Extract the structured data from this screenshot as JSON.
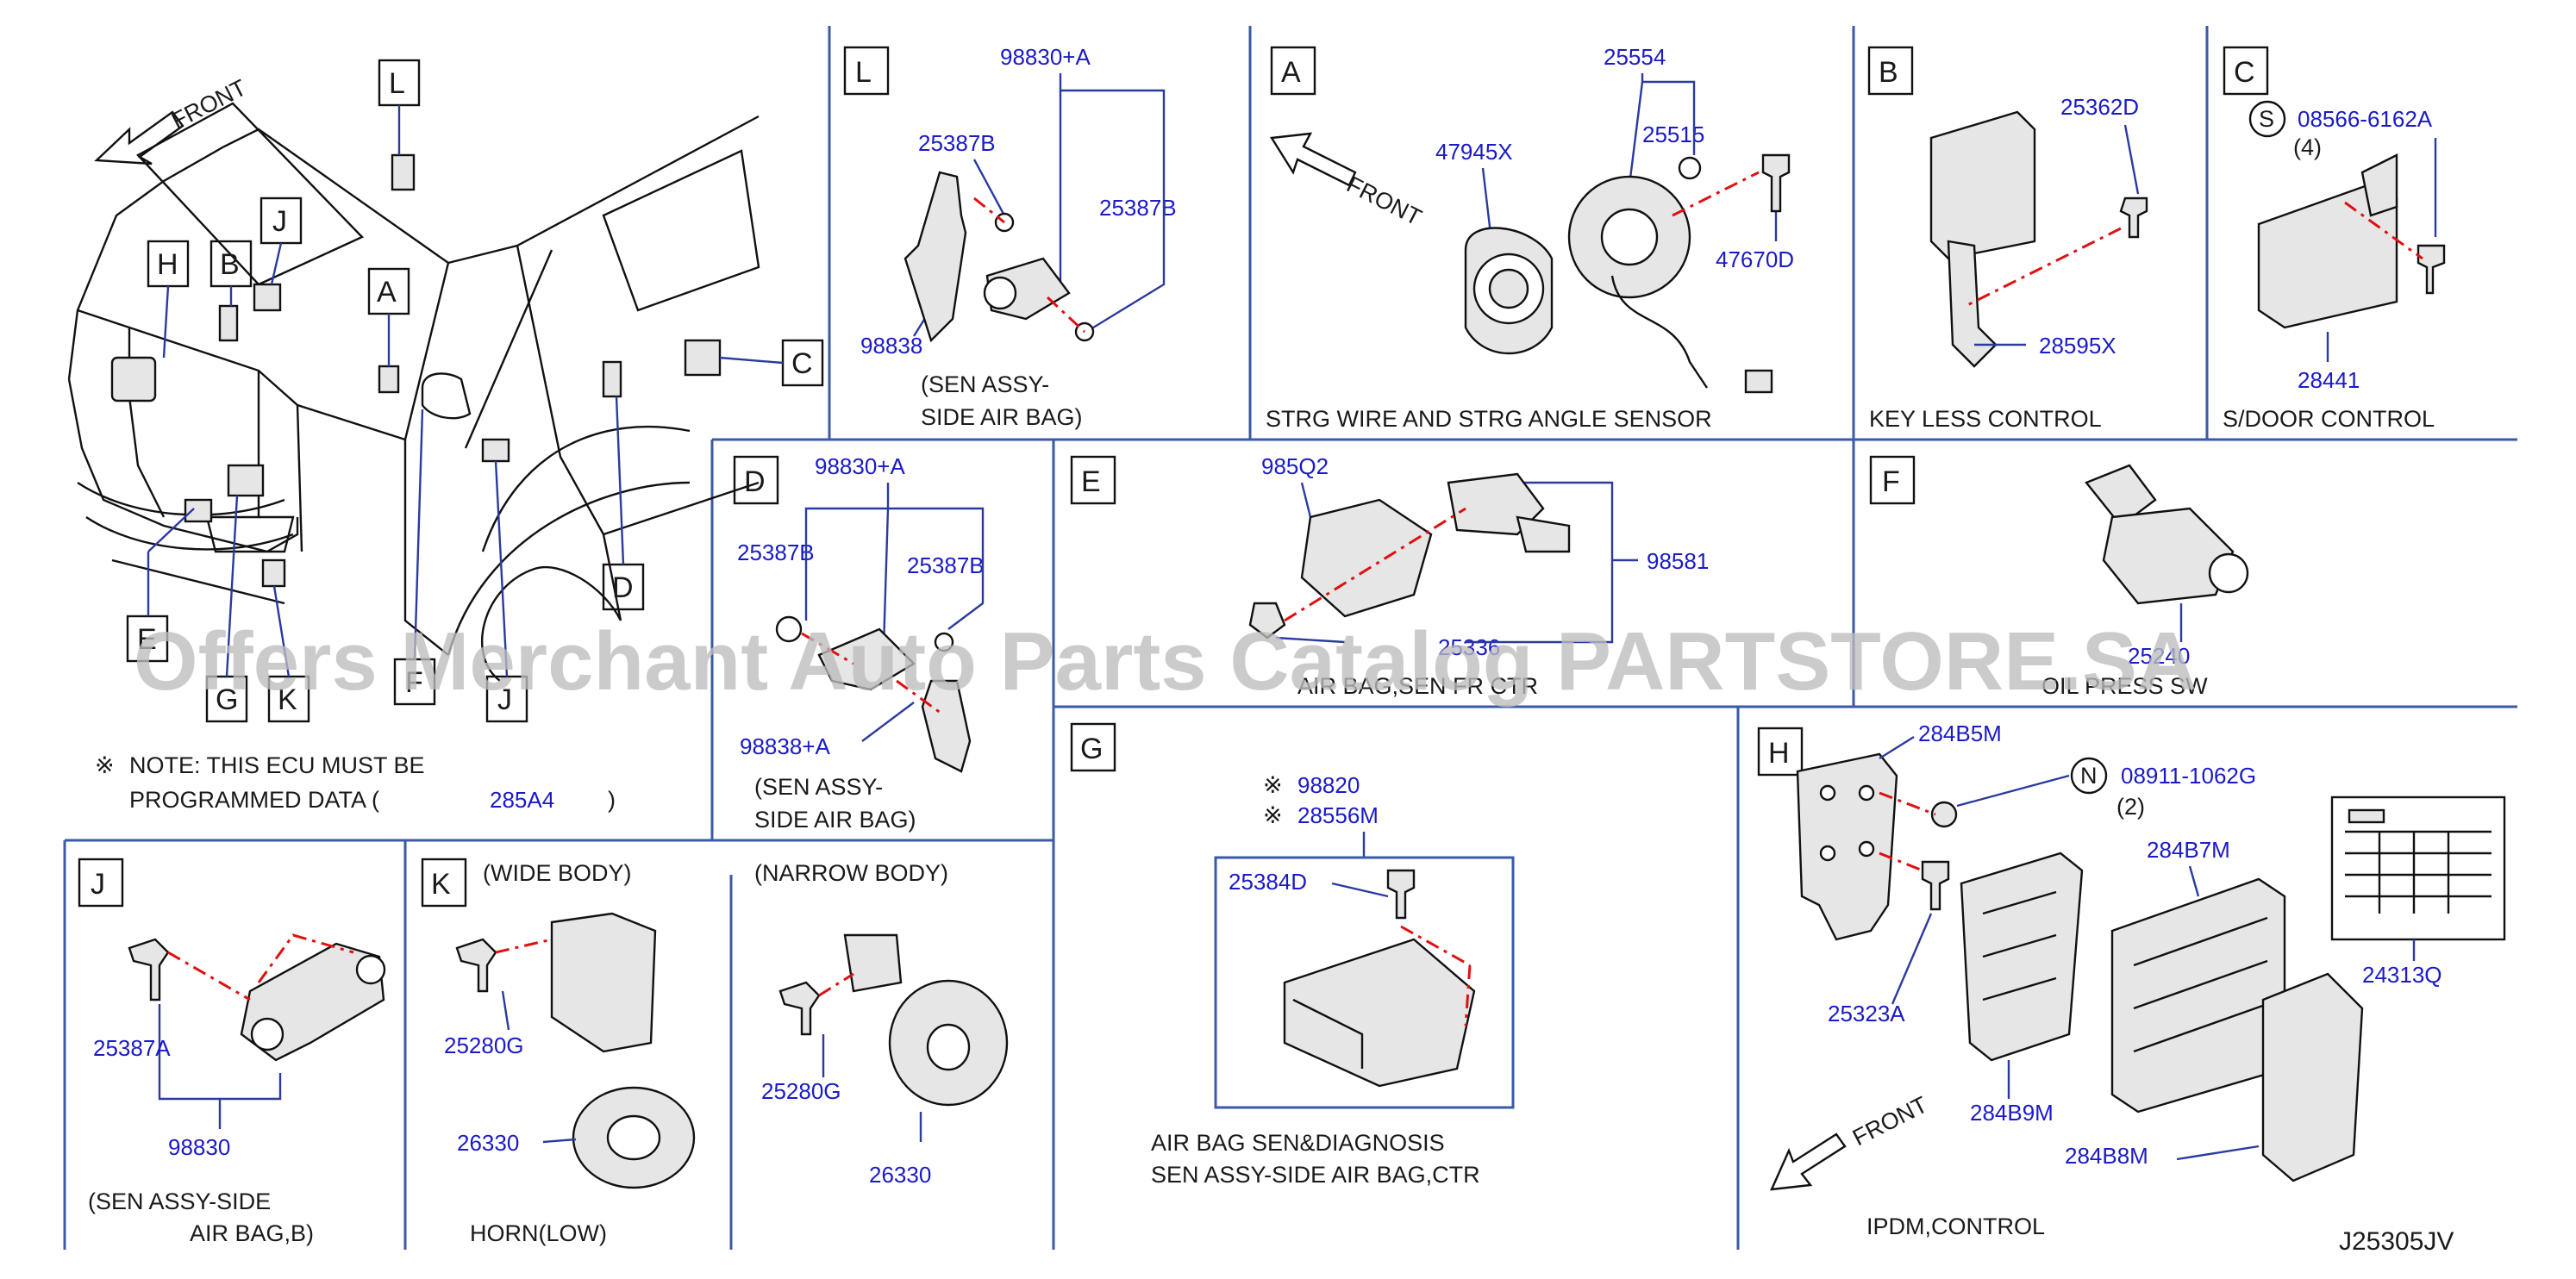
{
  "diagram_code": "J25305JV",
  "watermark": "Offers Merchant Auto Parts Catalog PARTSTORE.SA",
  "colors": {
    "part_number": "#1a1ac8",
    "frame": "#3a5aa8",
    "dash_line": "#e01010"
  },
  "overview": {
    "front_label": "FRONT",
    "callouts": {
      "L": "L",
      "H": "H",
      "B": "B",
      "J1": "J",
      "A": "A",
      "C": "C",
      "D": "D",
      "E": "E",
      "F": "F",
      "G": "G",
      "K": "K",
      "J2": "J"
    },
    "note_mark": "※",
    "note_line1": "NOTE:  THIS  ECU  MUST  BE",
    "note_line2_prefix": "PROGRAMMED  DATA  (",
    "note_part": "285A4",
    "note_line2_suffix": ")"
  },
  "panels": {
    "L": {
      "letter": "L",
      "parts": {
        "p1": "98830+A",
        "p2": "25387B",
        "p3": "25387B",
        "p4": "98838"
      },
      "caption1": "(SEN  ASSY-",
      "caption2": "SIDE  AIR  BAG)"
    },
    "A": {
      "letter": "A",
      "front_label": "FRONT",
      "parts": {
        "p1": "25554",
        "p2": "25515",
        "p3": "47945X",
        "p4": "47670D"
      },
      "caption": "STRG  WIRE  AND  STRG  ANGLE  SENSOR"
    },
    "B": {
      "letter": "B",
      "parts": {
        "p1": "25362D",
        "p2": "28595X"
      },
      "caption": "KEY  LESS  CONTROL"
    },
    "C": {
      "letter": "C",
      "symbol": "S",
      "parts": {
        "p1": "08566-6162A",
        "p2": "28441"
      },
      "qty": "(4)",
      "caption": "S/DOOR  CONTROL"
    },
    "D": {
      "letter": "D",
      "parts": {
        "p1": "98830+A",
        "p2": "25387B",
        "p3": "25387B",
        "p4": "98838+A"
      },
      "caption1": "(SEN  ASSY-",
      "caption2": "SIDE  AIR  BAG)"
    },
    "E": {
      "letter": "E",
      "parts": {
        "p1": "985Q2",
        "p2": "98581",
        "p3": "25336"
      },
      "caption": "AIR  BAG,SEN  FR  CTR"
    },
    "F": {
      "letter": "F",
      "parts": {
        "p1": "25240"
      },
      "caption": "OIL  PRESS  SW"
    },
    "G": {
      "letter": "G",
      "mark": "※",
      "parts": {
        "p1": "98820",
        "p2": "28556M",
        "p3": "25384D"
      },
      "caption1": "AIR  BAG  SEN&DIAGNOSIS",
      "caption2": "SEN  ASSY-SIDE  AIR  BAG,CTR"
    },
    "H": {
      "letter": "H",
      "symbol": "N",
      "front_label": "FRONT",
      "qty": "(2)",
      "parts": {
        "p1": "284B5M",
        "p2": "08911-1062G",
        "p3": "284B7M",
        "p4": "24313Q",
        "p5": "25323A",
        "p6": "284B9M",
        "p7": "284B8M"
      },
      "caption": "IPDM,CONTROL"
    },
    "J": {
      "letter": "J",
      "parts": {
        "p1": "25387A",
        "p2": "98830"
      },
      "caption1": "(SEN  ASSY-SIDE",
      "caption2": "AIR  BAG,B)"
    },
    "K": {
      "letter": "K",
      "wide": "(WIDE  BODY)",
      "narrow": "(NARROW  BODY)",
      "parts": {
        "p1": "25280G",
        "p2": "26330",
        "p3": "25280G",
        "p4": "26330"
      },
      "caption": "HORN(LOW)"
    }
  }
}
